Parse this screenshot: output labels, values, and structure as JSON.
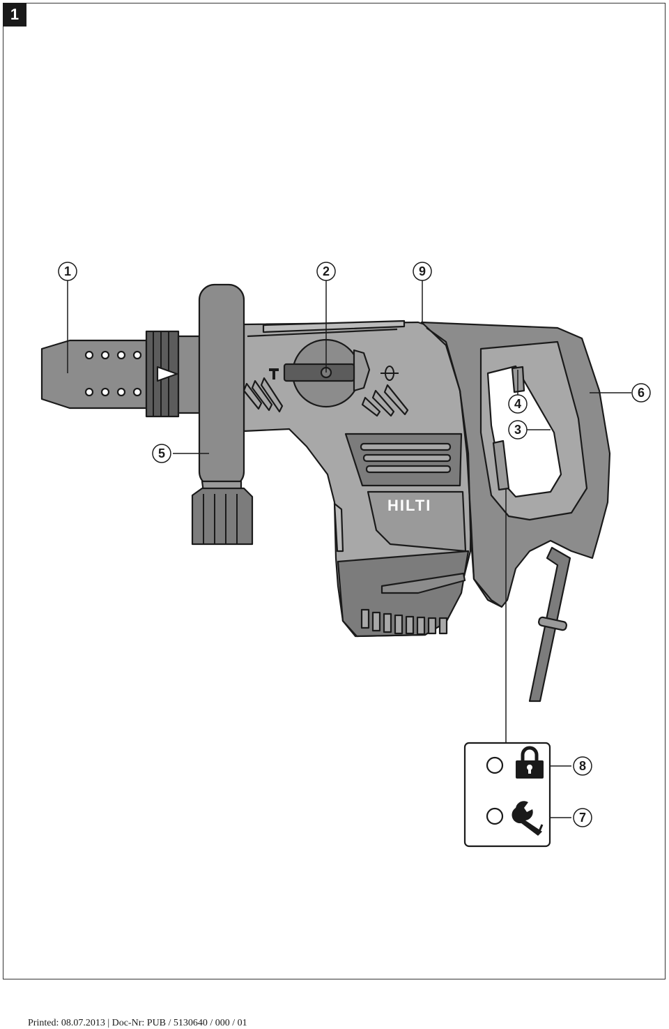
{
  "figure_number": "1",
  "callouts": {
    "c1": "1",
    "c2": "2",
    "c3": "3",
    "c4": "4",
    "c5": "5",
    "c6": "6",
    "c7": "7",
    "c8": "8",
    "c9": "9"
  },
  "brand_logo_text": "HILTI",
  "icons": {
    "hammer_mode": "hammer-icon",
    "rotation_mode": "rotation-icon",
    "lock": "padlock-icon",
    "service": "wrench-icon"
  },
  "colors": {
    "body_light": "#a8a8a8",
    "body_dark": "#7c7c7c",
    "outline": "#1a1a1a"
  },
  "footer": "Printed: 08.07.2013 | Doc-Nr: PUB / 5130640 / 000 / 01"
}
